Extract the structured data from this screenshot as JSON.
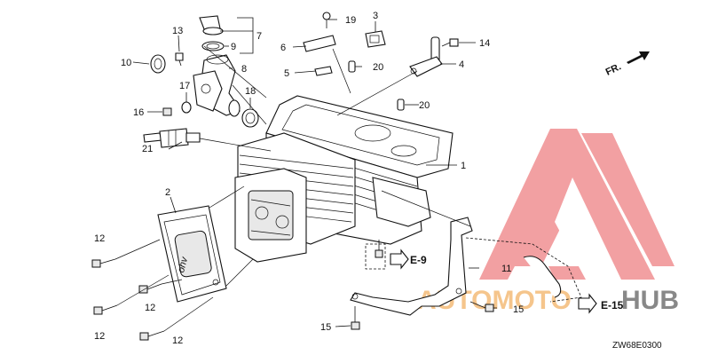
{
  "labels": {
    "p1": "1",
    "p2": "2",
    "p3": "3",
    "p4": "4",
    "p5": "5",
    "p6": "6",
    "p7": "7",
    "p8": "8",
    "p9": "9",
    "p10": "10",
    "p11": "11",
    "p12a": "12",
    "p12b": "12",
    "p12c": "12",
    "p12d": "12",
    "p13": "13",
    "p14": "14",
    "p15a": "15",
    "p15b": "15",
    "p16": "16",
    "p17": "17",
    "p18": "18",
    "p19": "19",
    "p20a": "20",
    "p20b": "20",
    "p21": "21"
  },
  "refs": {
    "e9": "E-9",
    "e15": "E-15"
  },
  "direction": "FR.",
  "diagram_code": "ZW68E0300",
  "watermark": {
    "text_orange": "AUTOMOTO",
    "text_dark": "HUB"
  },
  "colors": {
    "watermark_red": "#e0191e",
    "watermark_orange": "#f0a040",
    "watermark_dark": "#3a3a3a",
    "line": "#111111"
  },
  "cover_embossed": "ohv"
}
